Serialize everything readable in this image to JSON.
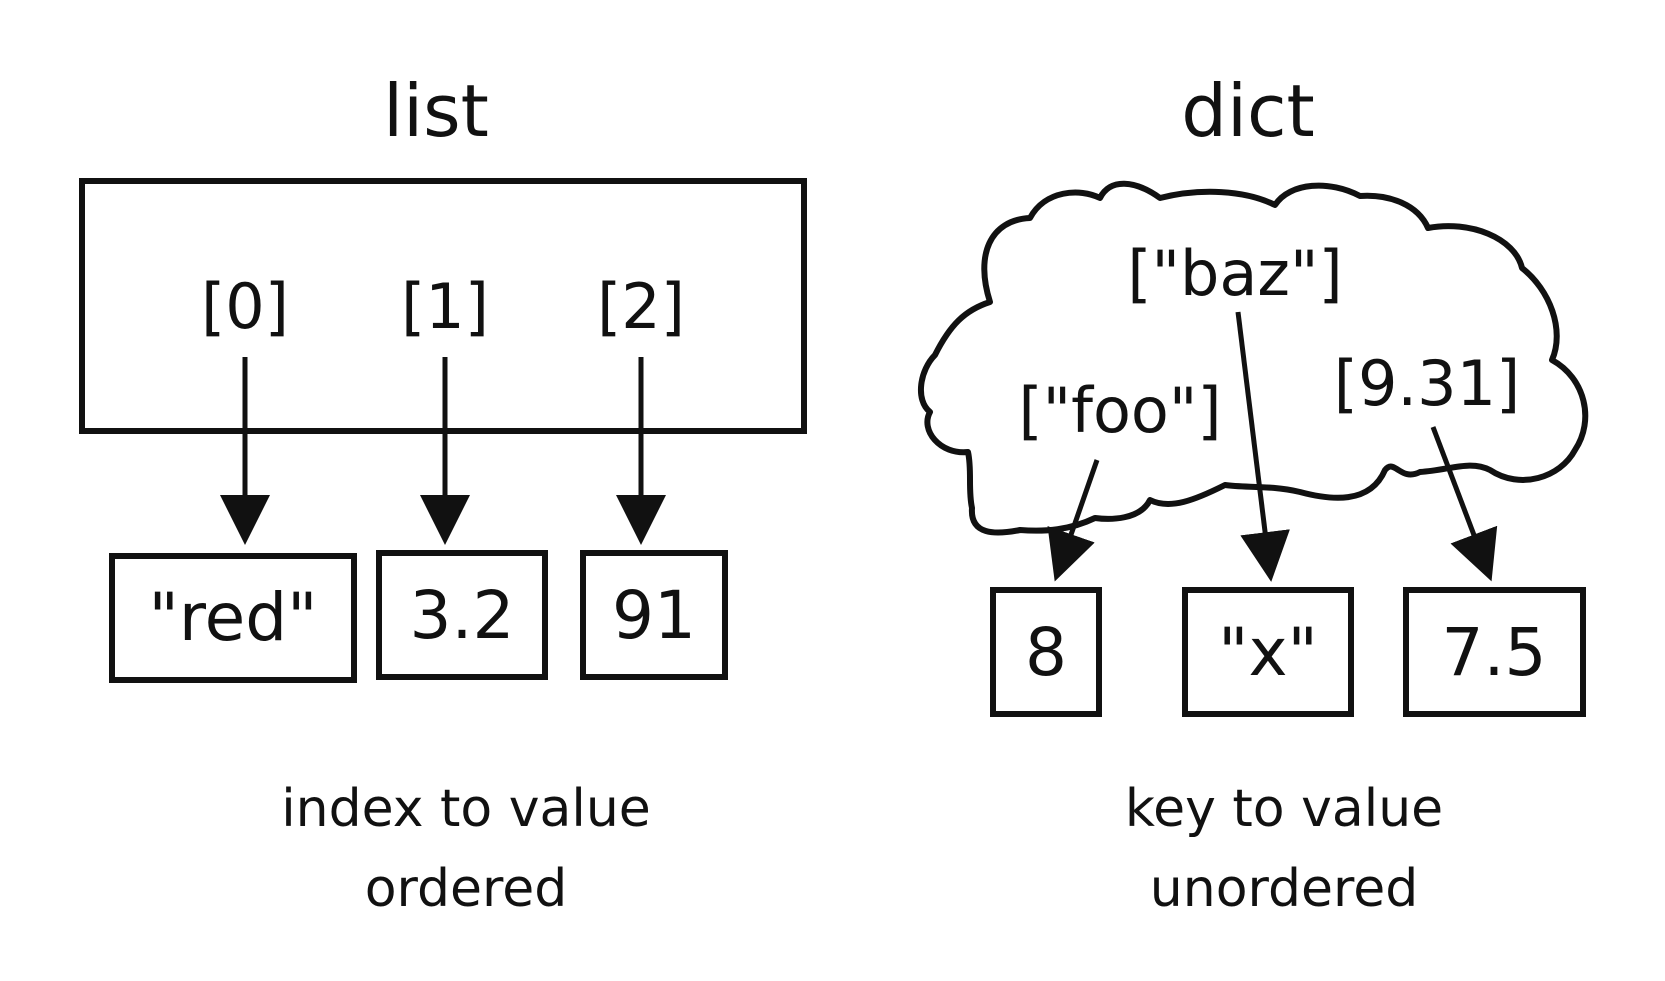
{
  "list": {
    "title": "list",
    "indices": [
      "[0]",
      "[1]",
      "[2]"
    ],
    "values": [
      "\"red\"",
      "3.2",
      "91"
    ],
    "caption_line1": "index to value",
    "caption_line2": "ordered"
  },
  "dict": {
    "title": "dict",
    "keys": [
      "[\"foo\"]",
      "[\"baz\"]",
      "[9.31]"
    ],
    "values": [
      "8",
      "\"x\"",
      "7.5"
    ],
    "caption_line1": "key to value",
    "caption_line2": "unordered"
  },
  "colors": {
    "ink": "#111111",
    "background": "#ffffff"
  }
}
